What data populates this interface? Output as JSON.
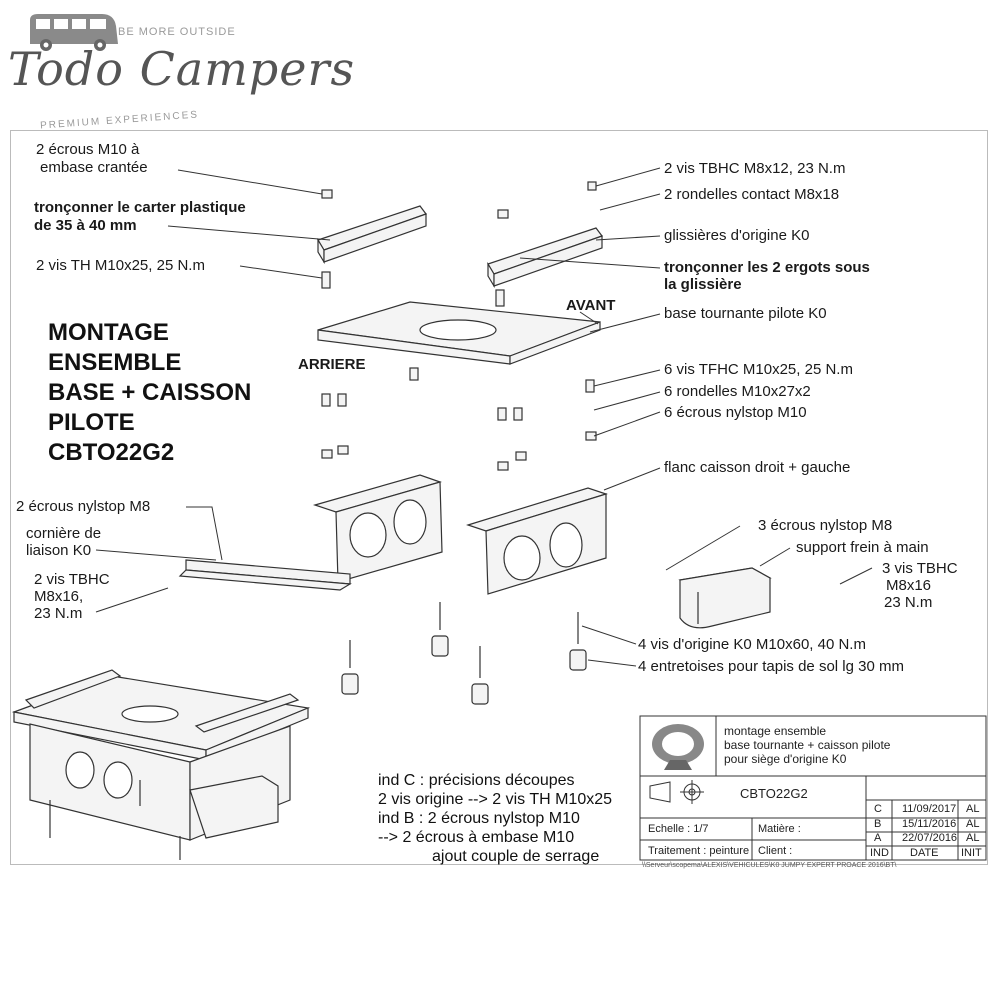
{
  "logo": {
    "brand": "Todo Campers",
    "tagline": "BE MORE OUTSIDE",
    "subtitle": "PREMIUM EXPERIENCES"
  },
  "title_lines": [
    "MONTAGE",
    "ENSEMBLE",
    "BASE + CAISSON",
    "PILOTE",
    "CBTO22G2"
  ],
  "orientation": {
    "front": "AVANT",
    "rear": "ARRIERE"
  },
  "callouts_left": {
    "ecrous_m10_l1": "2 écrous M10 à",
    "ecrous_m10_l2": "embase crantée",
    "troncon_l1": "tronçonner le carter plastique",
    "troncon_l2": "de 35 à 40 mm",
    "vis_th": "2 vis TH M10x25, 25 N.m",
    "nylstop_m8": "2 écrous nylstop M8",
    "corniere_l1": "cornière de",
    "corniere_l2": "liaison K0",
    "tbhc_l1": "2 vis TBHC",
    "tbhc_l2": "M8x16,",
    "tbhc_l3": "23 N.m"
  },
  "callouts_right": {
    "vis_tbhc": "2 vis TBHC M8x12, 23 N.m",
    "rondelles_contact": "2 rondelles contact M8x18",
    "glissieres": "glissières d'origine K0",
    "ergots_l1": "tronçonner les 2 ergots sous",
    "ergots_l2": "la glissière",
    "base_tournante": "base tournante pilote K0",
    "vis_tfhc": "6 vis TFHC M10x25, 25 N.m",
    "rondelles": "6 rondelles M10x27x2",
    "ecrous_nylstop": "6 écrous nylstop M10",
    "flanc": "flanc caisson droit + gauche",
    "nylstop_m8_3": "3 écrous nylstop M8",
    "support_frein": "support frein à main",
    "tbhc3_l1": "3 vis TBHC",
    "tbhc3_l2": "M8x16",
    "tbhc3_l3": "23 N.m",
    "vis_origine": "4 vis d'origine K0 M10x60, 40 N.m",
    "entretoises": "4 entretoises pour tapis de sol lg 30 mm"
  },
  "revision_notes": [
    "ind C : précisions découpes",
    "2 vis origine --> 2 vis TH M10x25",
    "ind B : 2 écrous nylstop M10",
    "--> 2 écrous à embase M10",
    "ajout couple de serrage"
  ],
  "title_block": {
    "desc_l1": "montage ensemble",
    "desc_l2": "base tournante + caisson pilote",
    "desc_l3": "pour siège d'origine K0",
    "ref": "CBTO22G2",
    "echelle": "Echelle : 1/7",
    "matiere": "Matière :",
    "traitement": "Traitement : peinture",
    "client": "Client :",
    "path": "\\\\Serveur\\scopema\\ALEXIS\\VEHICULES\\K0 JUMPY EXPERT PROACE 2016\\BT\\",
    "revisions": [
      {
        "ind": "C",
        "date": "11/09/2017",
        "init": "AL"
      },
      {
        "ind": "B",
        "date": "15/11/2016",
        "init": "AL"
      },
      {
        "ind": "A",
        "date": "22/07/2016",
        "init": "AL"
      }
    ],
    "col_ind": "IND",
    "col_date": "DATE",
    "col_init": "INIT"
  },
  "colors": {
    "line": "#333333",
    "part_fill": "#f4f4f4",
    "title": "#111111",
    "logo": "#555555"
  }
}
